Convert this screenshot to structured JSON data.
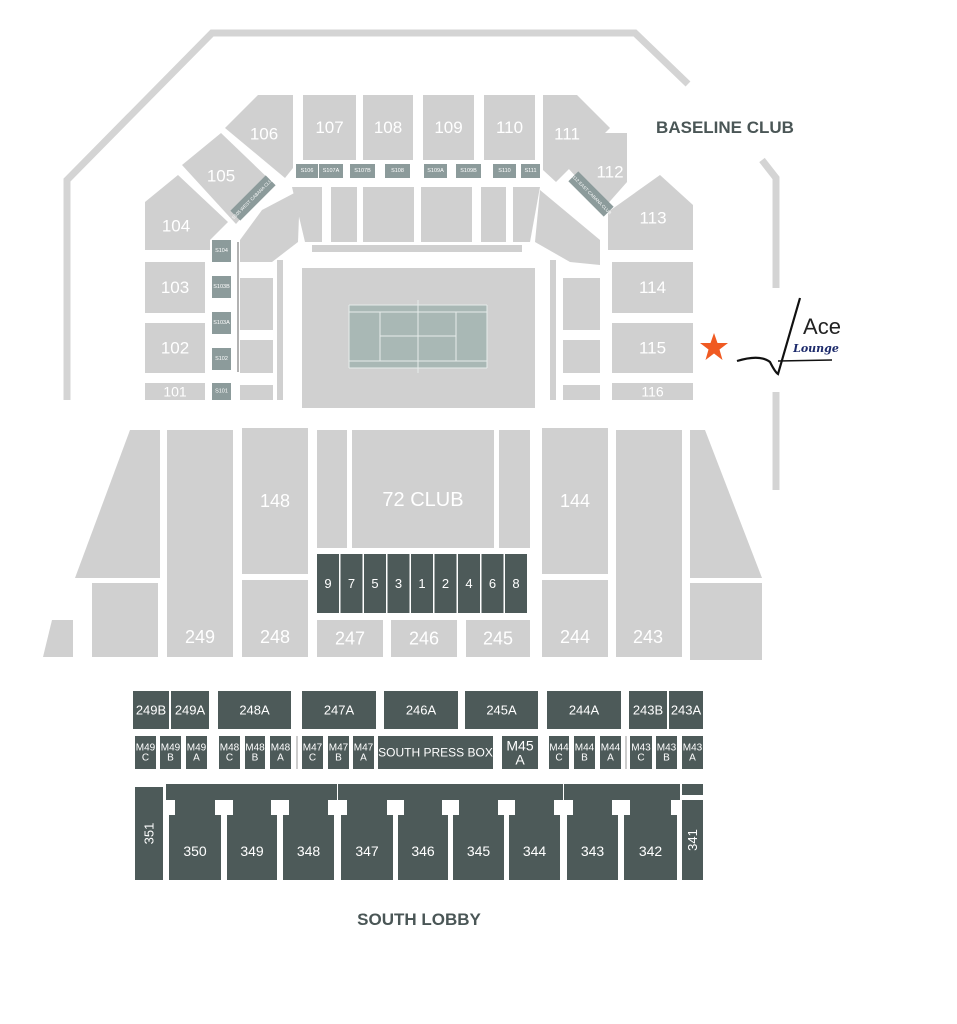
{
  "headings": {
    "baseline_club": "BASELINE CLUB",
    "south_lobby": "SOUTH LOBBY"
  },
  "logo": {
    "word1": "Ace",
    "word2": "Lounge",
    "marker_icon": "star-icon"
  },
  "colors": {
    "section": "#d0d0d0",
    "dark_section": "#4d5a59",
    "suite": "#8c9b9b",
    "court": "#a9b8b5",
    "star": "#f05a22",
    "logo_accent": "#1c2a6b"
  },
  "upper": {
    "sections": [
      "101",
      "102",
      "103",
      "104",
      "105",
      "106",
      "107",
      "108",
      "109",
      "110",
      "111",
      "112",
      "113",
      "114",
      "115",
      "116"
    ],
    "suites": [
      "S101",
      "S102",
      "S103A",
      "S103B",
      "S104",
      "S106",
      "S107A",
      "S107B",
      "S108",
      "S109A",
      "S109B",
      "S110",
      "S111"
    ],
    "cabanas": [
      "S105 WEST CABANA CLUB",
      "S112 EAST CABANA CLUB"
    ]
  },
  "lower": {
    "sections": [
      "148",
      "249",
      "248",
      "247",
      "246",
      "245",
      "144",
      "244",
      "243"
    ],
    "club": "72 CLUB",
    "courtside": [
      "9",
      "7",
      "5",
      "3",
      "1",
      "2",
      "4",
      "6",
      "8"
    ]
  },
  "boxes_a": [
    "249B",
    "249A",
    "248A",
    "247A",
    "246A",
    "245A",
    "244A",
    "243B",
    "243A"
  ],
  "boxes_m": [
    "M49 C",
    "M49 B",
    "M49 A",
    "M48 C",
    "M48 B",
    "M48 A",
    "M47 C",
    "M47 B",
    "M47 A",
    "SOUTH PRESS BOX",
    "M45 A",
    "M44 C",
    "M44 B",
    "M44 A",
    "M43 C",
    "M43 B",
    "M43 A"
  ],
  "upper_300": [
    "351",
    "350",
    "349",
    "348",
    "347",
    "346",
    "345",
    "344",
    "343",
    "342",
    "341"
  ]
}
